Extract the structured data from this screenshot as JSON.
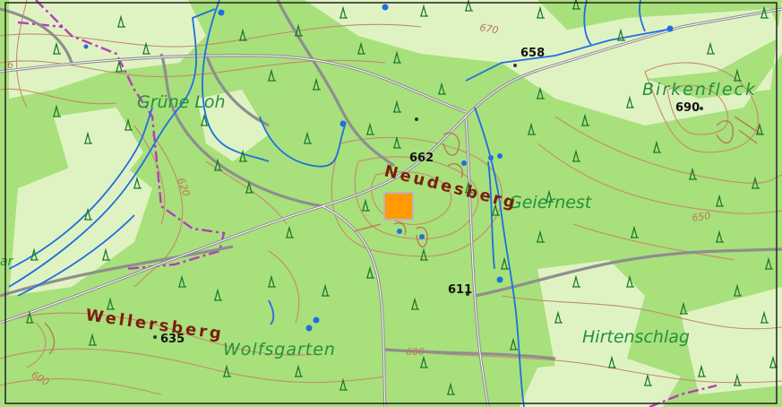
{
  "map": {
    "place_names": {
      "grune_loh": "Grüne Loh",
      "birkenfleck": "Birkenfleck",
      "geiernest": "Geiernest",
      "wolfsgarten": "Wolfsgarten",
      "hirtenschlag": "Hirtenschlag"
    },
    "ridge_names": {
      "neudesberg": "Neudesberg",
      "wellersberg": "Wellersberg"
    },
    "spot_heights": {
      "h658": "658",
      "h690": "690",
      "h662": "662",
      "h611": "611",
      "h635": "635"
    },
    "contour_labels": {
      "c670": "670",
      "c620": "620",
      "c650": "650",
      "c600a": "600",
      "c600b": "600"
    },
    "edge_fragments": {
      "left_top": "6",
      "left_mid": "ar"
    },
    "colors": {
      "forest": "#a8e07c",
      "clearing": "#dff3c2",
      "road": "#8e8e8e",
      "water": "#1f6fe0",
      "boundary": "#b33fb8",
      "contour": "#c58a6a",
      "marker": "#ff9a00"
    },
    "icons": [
      "tree-symbol-icon",
      "water-point-icon",
      "location-marker-icon"
    ]
  }
}
